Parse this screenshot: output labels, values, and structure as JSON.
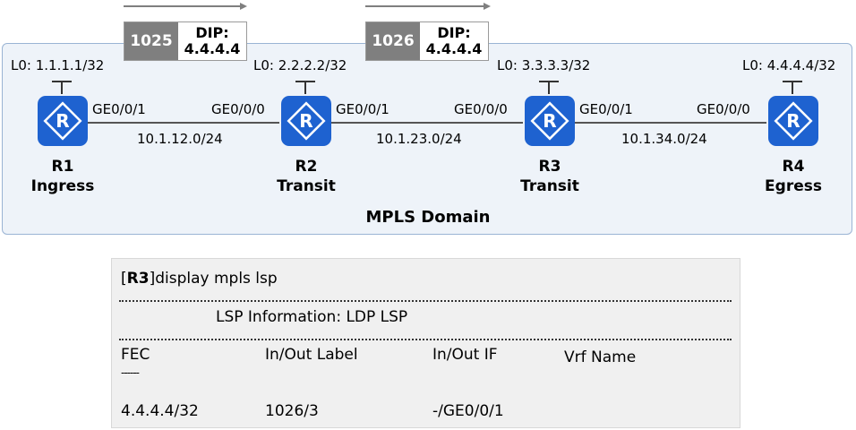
{
  "labels": [
    {
      "label": "1025",
      "dip_title": "DIP:",
      "dip_value": "4.4.4.4"
    },
    {
      "label": "1026",
      "dip_title": "DIP:",
      "dip_value": "4.4.4.4"
    }
  ],
  "routers": [
    {
      "loopback": "L0: 1.1.1.1/32",
      "name": "R1",
      "role": "Ingress"
    },
    {
      "loopback": "L0: 2.2.2.2/32",
      "name": "R2",
      "role": "Transit"
    },
    {
      "loopback": "L0: 3.3.3.3/32",
      "name": "R3",
      "role": "Transit"
    },
    {
      "loopback": "L0: 4.4.4.4/32",
      "name": "R4",
      "role": "Egress"
    }
  ],
  "links": [
    {
      "left_if": "GE0/0/1",
      "right_if": "GE0/0/0",
      "subnet": "10.1.12.0/24"
    },
    {
      "left_if": "GE0/0/1",
      "right_if": "GE0/0/0",
      "subnet": "10.1.23.0/24"
    },
    {
      "left_if": "GE0/0/1",
      "right_if": "GE0/0/0",
      "subnet": "10.1.34.0/24"
    }
  ],
  "domain_label": "MPLS Domain",
  "router_icon": "router-icon",
  "colors": {
    "router": "#1e62d0",
    "domain_bg": "#eef3f9",
    "domain_border": "#9ab4d4",
    "label_gray": "#7f7f7f"
  },
  "cli": {
    "prompt_open": "[",
    "prompt_host": "R3",
    "prompt_close": "]",
    "command": "display mpls lsp",
    "section_title": "LSP Information: LDP LSP",
    "headers": [
      "FEC",
      "In/Out Label",
      "In/Out IF",
      "Vrf Name"
    ],
    "separator": "------",
    "row": [
      "4.4.4.4/32",
      "1026/3",
      "-/GE0/0/1",
      ""
    ]
  }
}
